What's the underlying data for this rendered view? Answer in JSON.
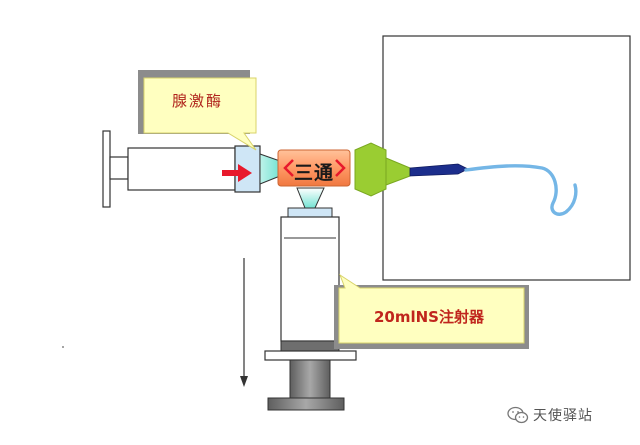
{
  "diagram": {
    "labels": {
      "top_callout": "腺激酶",
      "three_way": "三通",
      "bottom_callout": "20mlNS注射器"
    },
    "watermark": {
      "icon": "wechat-icon",
      "text": "天使驿站"
    },
    "colors": {
      "callout_fill": "#ffffc0",
      "callout_shadow": "#8c8c8c",
      "syringe_body": "#ffffff",
      "syringe_plunger": "#808080",
      "hub_fill": "#cfe6f6",
      "connector_cyan": "#73e3d3",
      "three_way_fill": "#ff9966",
      "adapter_green": "#9acd32",
      "catheter_navy": "#1c2e8c",
      "wire_blue": "#74b6e6",
      "arrow_red": "#e8192c",
      "label_red": "#b0241c"
    }
  }
}
